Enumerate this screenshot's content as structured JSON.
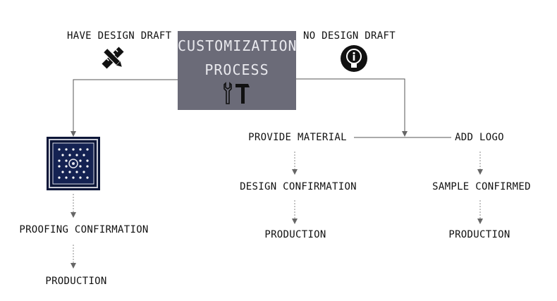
{
  "central": {
    "line1": "CUSTOMIZATION",
    "line2": "PROCESS",
    "icon": "tools-icon"
  },
  "left_branch": {
    "heading": "HAVE DESIGN DRAFT",
    "icon": "pencil-ruler-icon",
    "image": "bandana-sample-image",
    "steps": [
      "PROOFING CONFIRMATION",
      "PRODUCTION"
    ]
  },
  "right_branch": {
    "heading": "NO DESIGN DRAFT",
    "icon": "lightbulb-info-icon",
    "left_sub": {
      "title": "PROVIDE MATERIAL",
      "steps": [
        "DESIGN CONFIRMATION",
        "PRODUCTION"
      ]
    },
    "right_sub": {
      "title": "ADD LOGO",
      "steps": [
        "SAMPLE CONFIRMED",
        "PRODUCTION"
      ]
    }
  },
  "colors": {
    "box": "#6b6b78",
    "box_text": "#e9e9ee",
    "line": "#555555",
    "arrow_dotted": "#888888"
  }
}
